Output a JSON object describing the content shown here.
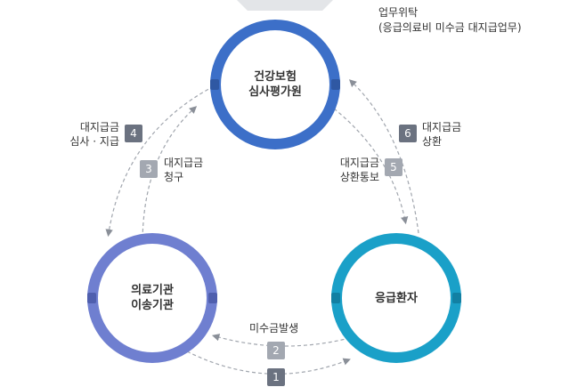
{
  "delegation": {
    "title": "업무위탁",
    "detail": "(응급의료비 미수금 대지급업무)"
  },
  "nodes": {
    "hira": {
      "line1": "건강보험",
      "line2": "심사평가원",
      "color": "#3c6fc8"
    },
    "hospital": {
      "line1": "의료기관",
      "line2": "이송기관",
      "color": "#6f7fd0"
    },
    "patient": {
      "label": "응급환자",
      "color": "#1aa0c8"
    }
  },
  "steps": [
    {
      "num": "1",
      "label": ""
    },
    {
      "num": "2",
      "label": "미수금발생"
    },
    {
      "num": "3",
      "label_line1": "대지급금",
      "label_line2": "청구"
    },
    {
      "num": "4",
      "label_line1": "대지급금",
      "label_line2": "심사 · 지급"
    },
    {
      "num": "5",
      "label_line1": "대지급금",
      "label_line2": "상환통보"
    },
    {
      "num": "6",
      "label_line1": "대지급금",
      "label_line2": "상환"
    }
  ],
  "colors": {
    "step_dark": "#6b7280",
    "step_light": "#a3a8b1",
    "dashed": "#a0a5ad"
  }
}
